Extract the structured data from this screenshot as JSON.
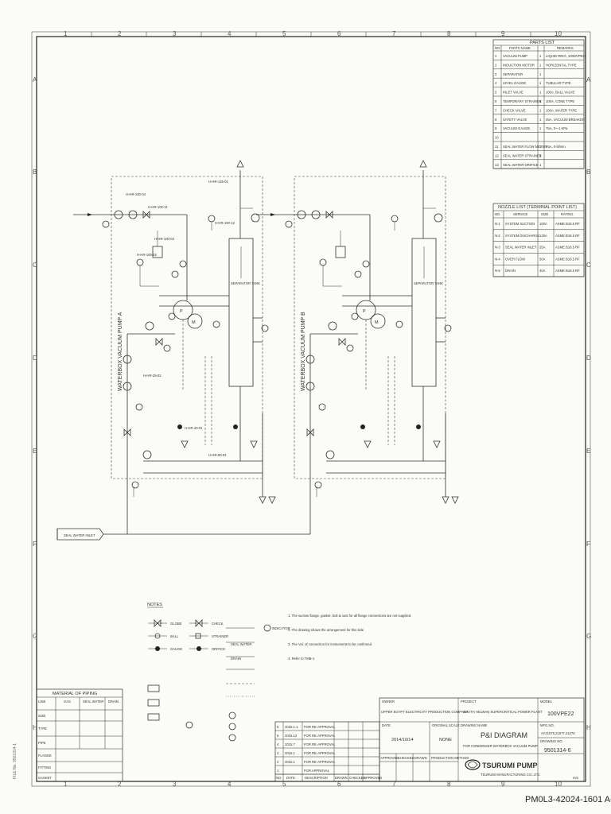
{
  "grid": {
    "columns": [
      "1",
      "2",
      "3",
      "4",
      "5",
      "6",
      "7",
      "8",
      "9",
      "10"
    ],
    "rows": [
      "A",
      "B",
      "C",
      "D",
      "E",
      "F",
      "G",
      "H"
    ]
  },
  "parts_list": {
    "title": "PARTS LIST",
    "headers": [
      "NO.",
      "PARTS NAME",
      "",
      "REMARKS"
    ],
    "rows": [
      [
        "1",
        "VACUUM PUMP",
        "1",
        "LIQUID RING, 100DVPE22"
      ],
      [
        "2",
        "INDUCTION MOTOR",
        "1",
        "HORIZONTAL TYPE"
      ],
      [
        "3",
        "SEPARATOR",
        "1",
        ""
      ],
      [
        "4",
        "LEVEL GAUGE",
        "1",
        "TUBULAR TYPE"
      ],
      [
        "5",
        "INLET VALVE",
        "1",
        "100A, BALL VALVE"
      ],
      [
        "6",
        "TEMPORARY STRAINER",
        "1",
        "100A, CONE TYPE"
      ],
      [
        "7",
        "CHECK VALVE",
        "1",
        "100A, WAFER TYPE"
      ],
      [
        "8",
        "SAFETY VALVE",
        "1",
        "25A, VACUUM BREAKER"
      ],
      [
        "9",
        "VACUUM GAUGE",
        "1",
        "75A, 0~-1 KPa"
      ],
      [
        "10",
        "",
        "",
        ""
      ],
      [
        "11",
        "SEAL WATER FLOW METER",
        "1",
        "25A, 0-5l/min"
      ],
      [
        "12",
        "SEAL WATER STRAINER",
        "1",
        ""
      ],
      [
        "13",
        "SEAL WATER ORIFICE",
        "1",
        ""
      ]
    ]
  },
  "nozzle_list": {
    "title": "NOZZLE LIST (TERMINAL POINT LIST)",
    "headers": [
      "NO.",
      "SERVICE",
      "SIZE",
      "RATING"
    ],
    "rows": [
      [
        "N-1",
        "SYSTEM SUCTION",
        "100A",
        "ASME B16.5 RF"
      ],
      [
        "N-2",
        "SYSTEM DISCHARGE",
        "125A",
        "ASME B16.5 RF"
      ],
      [
        "N-3",
        "SEAL WATER INLET",
        "25A",
        "ASME B16.5 RF"
      ],
      [
        "N-4",
        "OVER FLOW",
        "50A",
        "ASME B16.5 RF"
      ],
      [
        "N-5",
        "DRAIN",
        "40A",
        "ASME B16.5 RF"
      ]
    ]
  },
  "pumps": {
    "a_label": "WATERBOX VACUUM PUMP A",
    "b_label": "WATERBOX VACUUM PUMP B",
    "separator_label": "SEPARATOR TANK",
    "seal_water_inlet": "SEAL WATER INLET",
    "line_tags": [
      "H-HR-100-04",
      "H-HR-100-11",
      "H-HR-125-01",
      "H-HR-25-02",
      "H-HR-50-04",
      "H-HR-40-01"
    ]
  },
  "legend": {
    "title": "NOTES",
    "notes": [
      "1. The suction flange, gasket, bolt & nuts for all flange connections are not supplied.",
      "2. The drawing shows the arrangement for this side.",
      "3. The Vol. of connection for instruments to be confirmed.",
      "4. Refer to TMB-1"
    ]
  },
  "material_of_piping": {
    "title": "MATERIAL OF PIPING",
    "headers": [
      "LINE",
      "GAS",
      "SEAL WATER",
      "DRAIN"
    ],
    "rows": [
      [
        "SIZE",
        "",
        "",
        ""
      ],
      [
        "TYPE",
        "",
        "",
        ""
      ],
      [
        "PIPE",
        "",
        "",
        ""
      ],
      [
        "FLANGE",
        "",
        "",
        ""
      ],
      [
        "FITTING",
        "",
        "",
        ""
      ],
      [
        "GASKET",
        "",
        "",
        ""
      ]
    ]
  },
  "title_block": {
    "owner_label": "OWNER",
    "owner": "UPPER EGYPT ELECTRICITY PRODUCTION COMPANY",
    "project_label": "PROJECT",
    "project": "SOUTH HELWAN SUPERCRITICAL POWER PLANT",
    "model_label": "MODEL",
    "model": "100VPE22",
    "date_label": "DATE",
    "date": "2014/10/14",
    "scale_label": "ORIGINAL SCALE",
    "scale": "NONE",
    "drawing_name_label": "DRAWING NAME",
    "drawing_name": "P&I DIAGRAM",
    "drawing_subtitle": "FOR CONDENSER WATERBOX VACUUM PUMP",
    "mfg_no_label": "MFG.NO.",
    "mfg_no": "AY21076,21077,21078",
    "drawing_no_label": "DRAWING NO.",
    "drawing_no": "9501314-6",
    "company": "TSURUMI PUMP",
    "company_sub": "TSURUMI MANUFACTURING CO.,LTD.",
    "revision_headers": [
      "NO.",
      "DATE",
      "DESCRIPTION",
      "DRAWN",
      "CHECKED",
      "APPROVED"
    ],
    "revisions": [
      [
        "6",
        "2016.1.1",
        "FOR RE-APPROVAL",
        "",
        "",
        ""
      ],
      [
        "5",
        "2015.12",
        "FOR RE-APPROVAL",
        "",
        "",
        ""
      ],
      [
        "4",
        "2015.7",
        "FOR RE-APPROVAL",
        "",
        "",
        ""
      ],
      [
        "3",
        "2015.1",
        "FOR RE-APPROVAL",
        "",
        "",
        ""
      ],
      [
        "2",
        "2015.1",
        "FOR RE-APPROVAL",
        "",
        "",
        ""
      ],
      [
        "1",
        "",
        "FOR APPROVAL",
        "",
        "",
        ""
      ]
    ],
    "sign_headers": [
      "APPROVED",
      "CHECKED",
      "DRAWN",
      "PRODUCTION METHOD"
    ]
  },
  "footer_code": "PM0L3-42024-1601 A-6",
  "file_stamp": "FILE No. 9501314-1"
}
